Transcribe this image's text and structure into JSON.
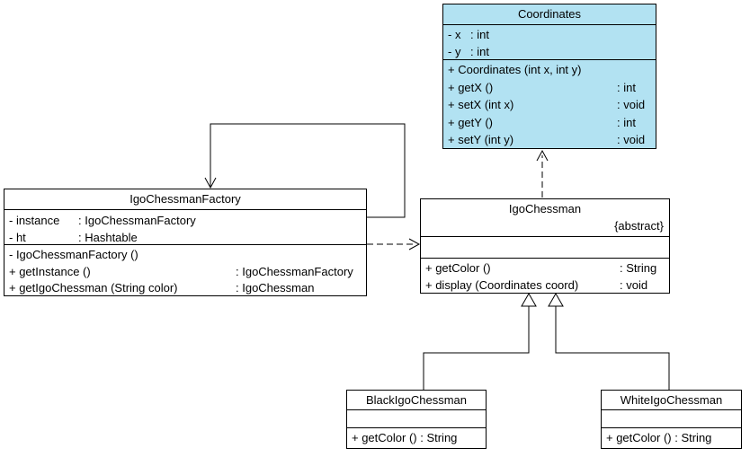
{
  "colors": {
    "coordinates_fill": "#B2E2F2",
    "class_fill": "#FFFFFF",
    "line": "#000000",
    "background": "#FFFFFF"
  },
  "classes": {
    "coordinates": {
      "name": "Coordinates",
      "attributes": [
        {
          "name": "- x",
          "type": ": int"
        },
        {
          "name": "- y",
          "type": ": int"
        }
      ],
      "methods": [
        {
          "sig": "+ Coordinates (int x, int y)",
          "ret": ""
        },
        {
          "sig": "+ getX ()",
          "ret": ": int"
        },
        {
          "sig": "+ setX (int x)",
          "ret": ": void"
        },
        {
          "sig": "+ getY ()",
          "ret": ": int"
        },
        {
          "sig": "+ setY (int y)",
          "ret": ": void"
        }
      ]
    },
    "factory": {
      "name": "IgoChessmanFactory",
      "attributes": [
        {
          "name": "- instance",
          "type": ": IgoChessmanFactory"
        },
        {
          "name": "- ht",
          "type": ": Hashtable"
        }
      ],
      "methods": [
        {
          "sig": "- IgoChessmanFactory ()",
          "ret": ""
        },
        {
          "sig": "+ getInstance ()",
          "ret": ": IgoChessmanFactory"
        },
        {
          "sig": "+ getIgoChessman (String color)",
          "ret": ": IgoChessman"
        }
      ]
    },
    "igochessman": {
      "name": "IgoChessman",
      "stereotype": "{abstract}",
      "attributes": [],
      "methods": [
        {
          "sig": "+ getColor ()",
          "ret": ": String"
        },
        {
          "sig": "+ display (Coordinates coord)",
          "ret": ": void"
        }
      ]
    },
    "black": {
      "name": "BlackIgoChessman",
      "attributes": [],
      "methods": [
        {
          "sig": "+ getColor () : String",
          "ret": ""
        }
      ]
    },
    "white": {
      "name": "WhiteIgoChessman",
      "attributes": [],
      "methods": [
        {
          "sig": "+ getColor () : String",
          "ret": ""
        }
      ]
    }
  },
  "relations": [
    {
      "from": "IgoChessmanFactory",
      "to": "IgoChessmanFactory",
      "type": "self-association"
    },
    {
      "from": "IgoChessmanFactory",
      "to": "IgoChessman",
      "type": "dependency"
    },
    {
      "from": "IgoChessman",
      "to": "Coordinates",
      "type": "dependency"
    },
    {
      "from": "BlackIgoChessman",
      "to": "IgoChessman",
      "type": "generalization"
    },
    {
      "from": "WhiteIgoChessman",
      "to": "IgoChessman",
      "type": "generalization"
    }
  ]
}
